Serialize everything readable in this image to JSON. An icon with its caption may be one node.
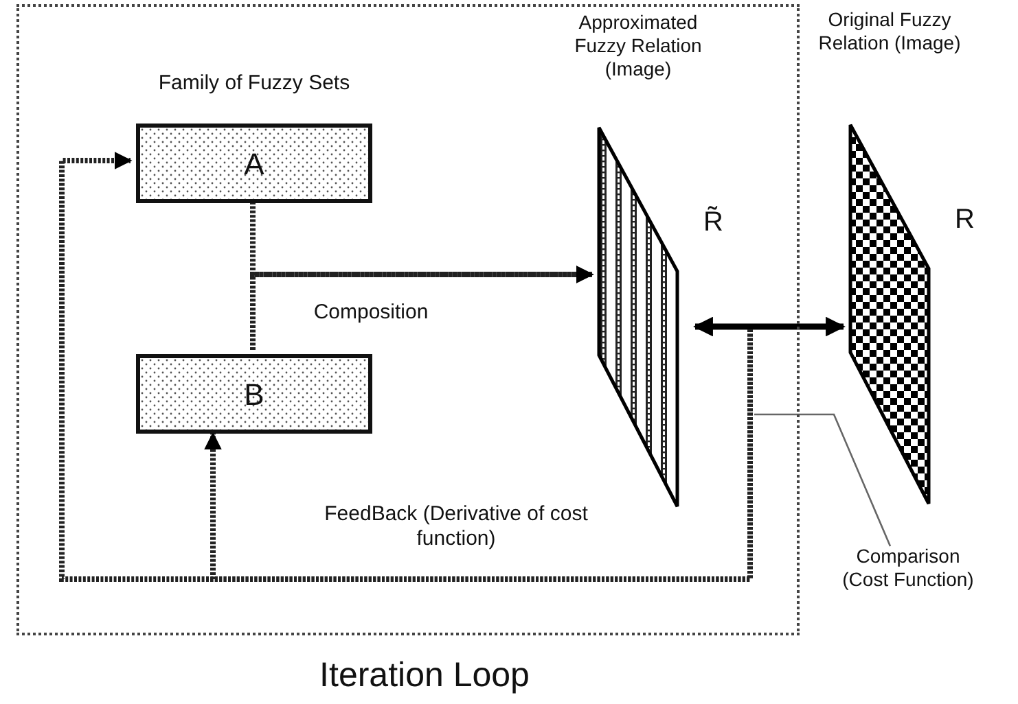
{
  "diagram": {
    "nodes": [
      {
        "text": [
          "Iteration Loop"
        ]
      },
      {
        "text": [
          "A"
        ],
        "in": 0
      },
      {
        "text": [
          "B"
        ],
        "in": 0
      },
      {
        "text": [
          "Approximated Fuzzy Relation (Image)"
        ],
        "beside": [
          "R̃"
        ],
        "in": 0
      },
      {
        "text": [
          "Original Fuzzy Relation (Image)"
        ],
        "beside": [
          "R"
        ]
      },
      {
        "text": [
          "Comparison (Cost Function)"
        ]
      }
    ],
    "edges": [
      {
        "from": 1,
        "to": 3,
        "arrow": "to",
        "style": "dashed",
        "label": "Composition"
      },
      {
        "from": 2,
        "to": 3,
        "arrow": "to",
        "style": "dashed"
      },
      {
        "from": 3,
        "to": 4,
        "arrow": "both"
      },
      {
        "from": null,
        "to": 1,
        "arrow": "to",
        "style": "dashed",
        "label": "FeedBack (Derivative of cost function)"
      },
      {
        "from": null,
        "to": 2,
        "arrow": "to",
        "style": "dashed"
      },
      {
        "from": 5,
        "to": null,
        "arrow": "none",
        "color": "#666666"
      }
    ],
    "labels": [
      "Family of Fuzzy Sets"
    ]
  }
}
